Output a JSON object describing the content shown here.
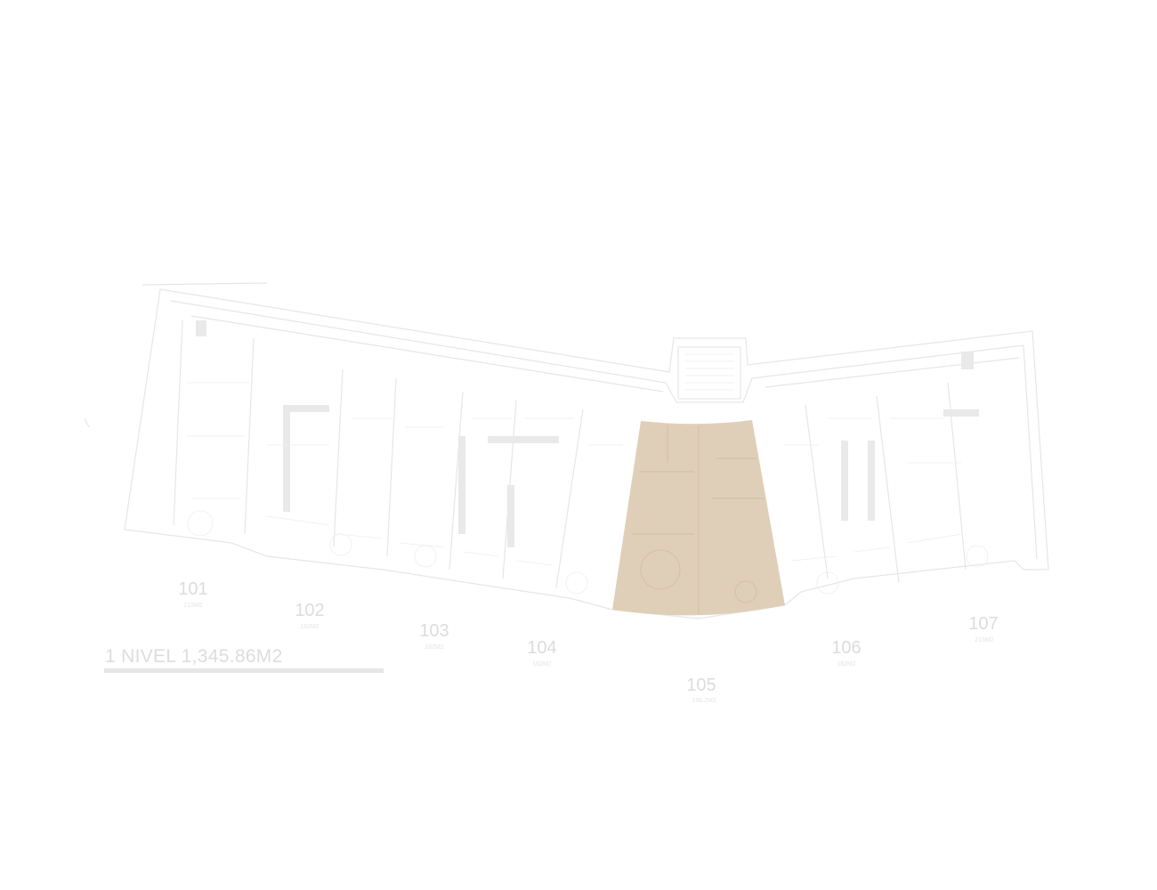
{
  "plan": {
    "level_label": "1 NIVEL 1,345.86M2",
    "highlight_color": "#e0cfb8",
    "selected_unit": "105",
    "units": [
      {
        "number": "101",
        "area": "215M2"
      },
      {
        "number": "102",
        "area": "162M2"
      },
      {
        "number": "103",
        "area": "162M2"
      },
      {
        "number": "104",
        "area": "162M2"
      },
      {
        "number": "105",
        "area": "166.2M2"
      },
      {
        "number": "106",
        "area": "162M2"
      },
      {
        "number": "107",
        "area": "215M2"
      }
    ]
  }
}
